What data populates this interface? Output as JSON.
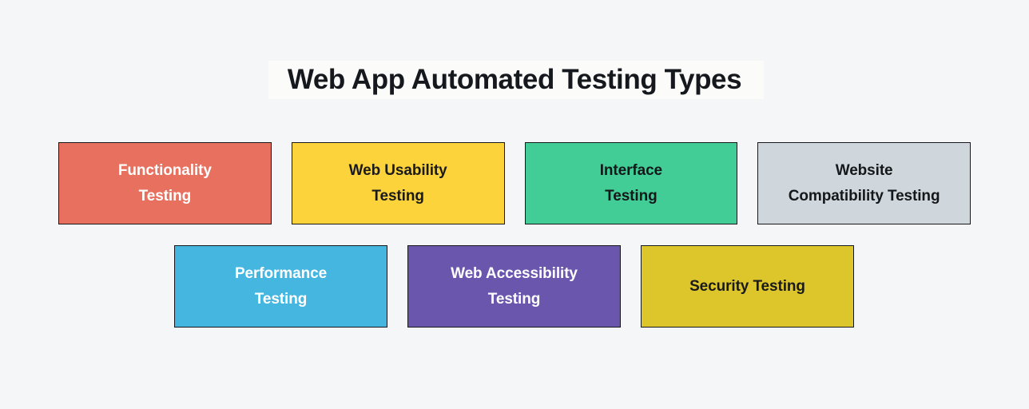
{
  "page": {
    "title": "Web App Automated Testing Types",
    "background_color": "#f4f6f8",
    "title_color": "#15181c"
  },
  "diagram": {
    "rows": [
      {
        "row_name": "row-1",
        "boxes": [
          {
            "label": "Functionality Testing",
            "line1": "Functionality",
            "line2": "Testing",
            "fill": "#e8705e",
            "text_color": "#ffffff",
            "border_color": "#16181b"
          },
          {
            "label": "Web Usability Testing",
            "line1": "Web Usability",
            "line2": "Testing",
            "fill": "#fcd33b",
            "text_color": "#1a1a1a",
            "border_color": "#16181b"
          },
          {
            "label": "Interface Testing",
            "line1": "Interface",
            "line2": "Testing",
            "fill": "#42cc96",
            "text_color": "#14181b",
            "border_color": "#16181b"
          },
          {
            "label": "Website Compatibility Testing",
            "line1": "Website",
            "line2": "Compatibility Testing",
            "fill": "#cfd6dc",
            "text_color": "#14181b",
            "border_color": "#16181b"
          }
        ]
      },
      {
        "row_name": "row-2",
        "boxes": [
          {
            "label": "Performance Testing",
            "line1": "Performance",
            "line2": "Testing",
            "fill": "#45b6e0",
            "text_color": "#ffffff",
            "border_color": "#16181b"
          },
          {
            "label": "Web Accessibility Testing",
            "line1": "Web Accessibility",
            "line2": "Testing",
            "fill": "#6b56ae",
            "text_color": "#ffffff",
            "border_color": "#16181b"
          },
          {
            "label": "Security Testing",
            "line1": "Security Testing",
            "line2": "",
            "fill": "#ddc62b",
            "text_color": "#1a1a1a",
            "border_color": "#16181b"
          }
        ]
      }
    ]
  }
}
